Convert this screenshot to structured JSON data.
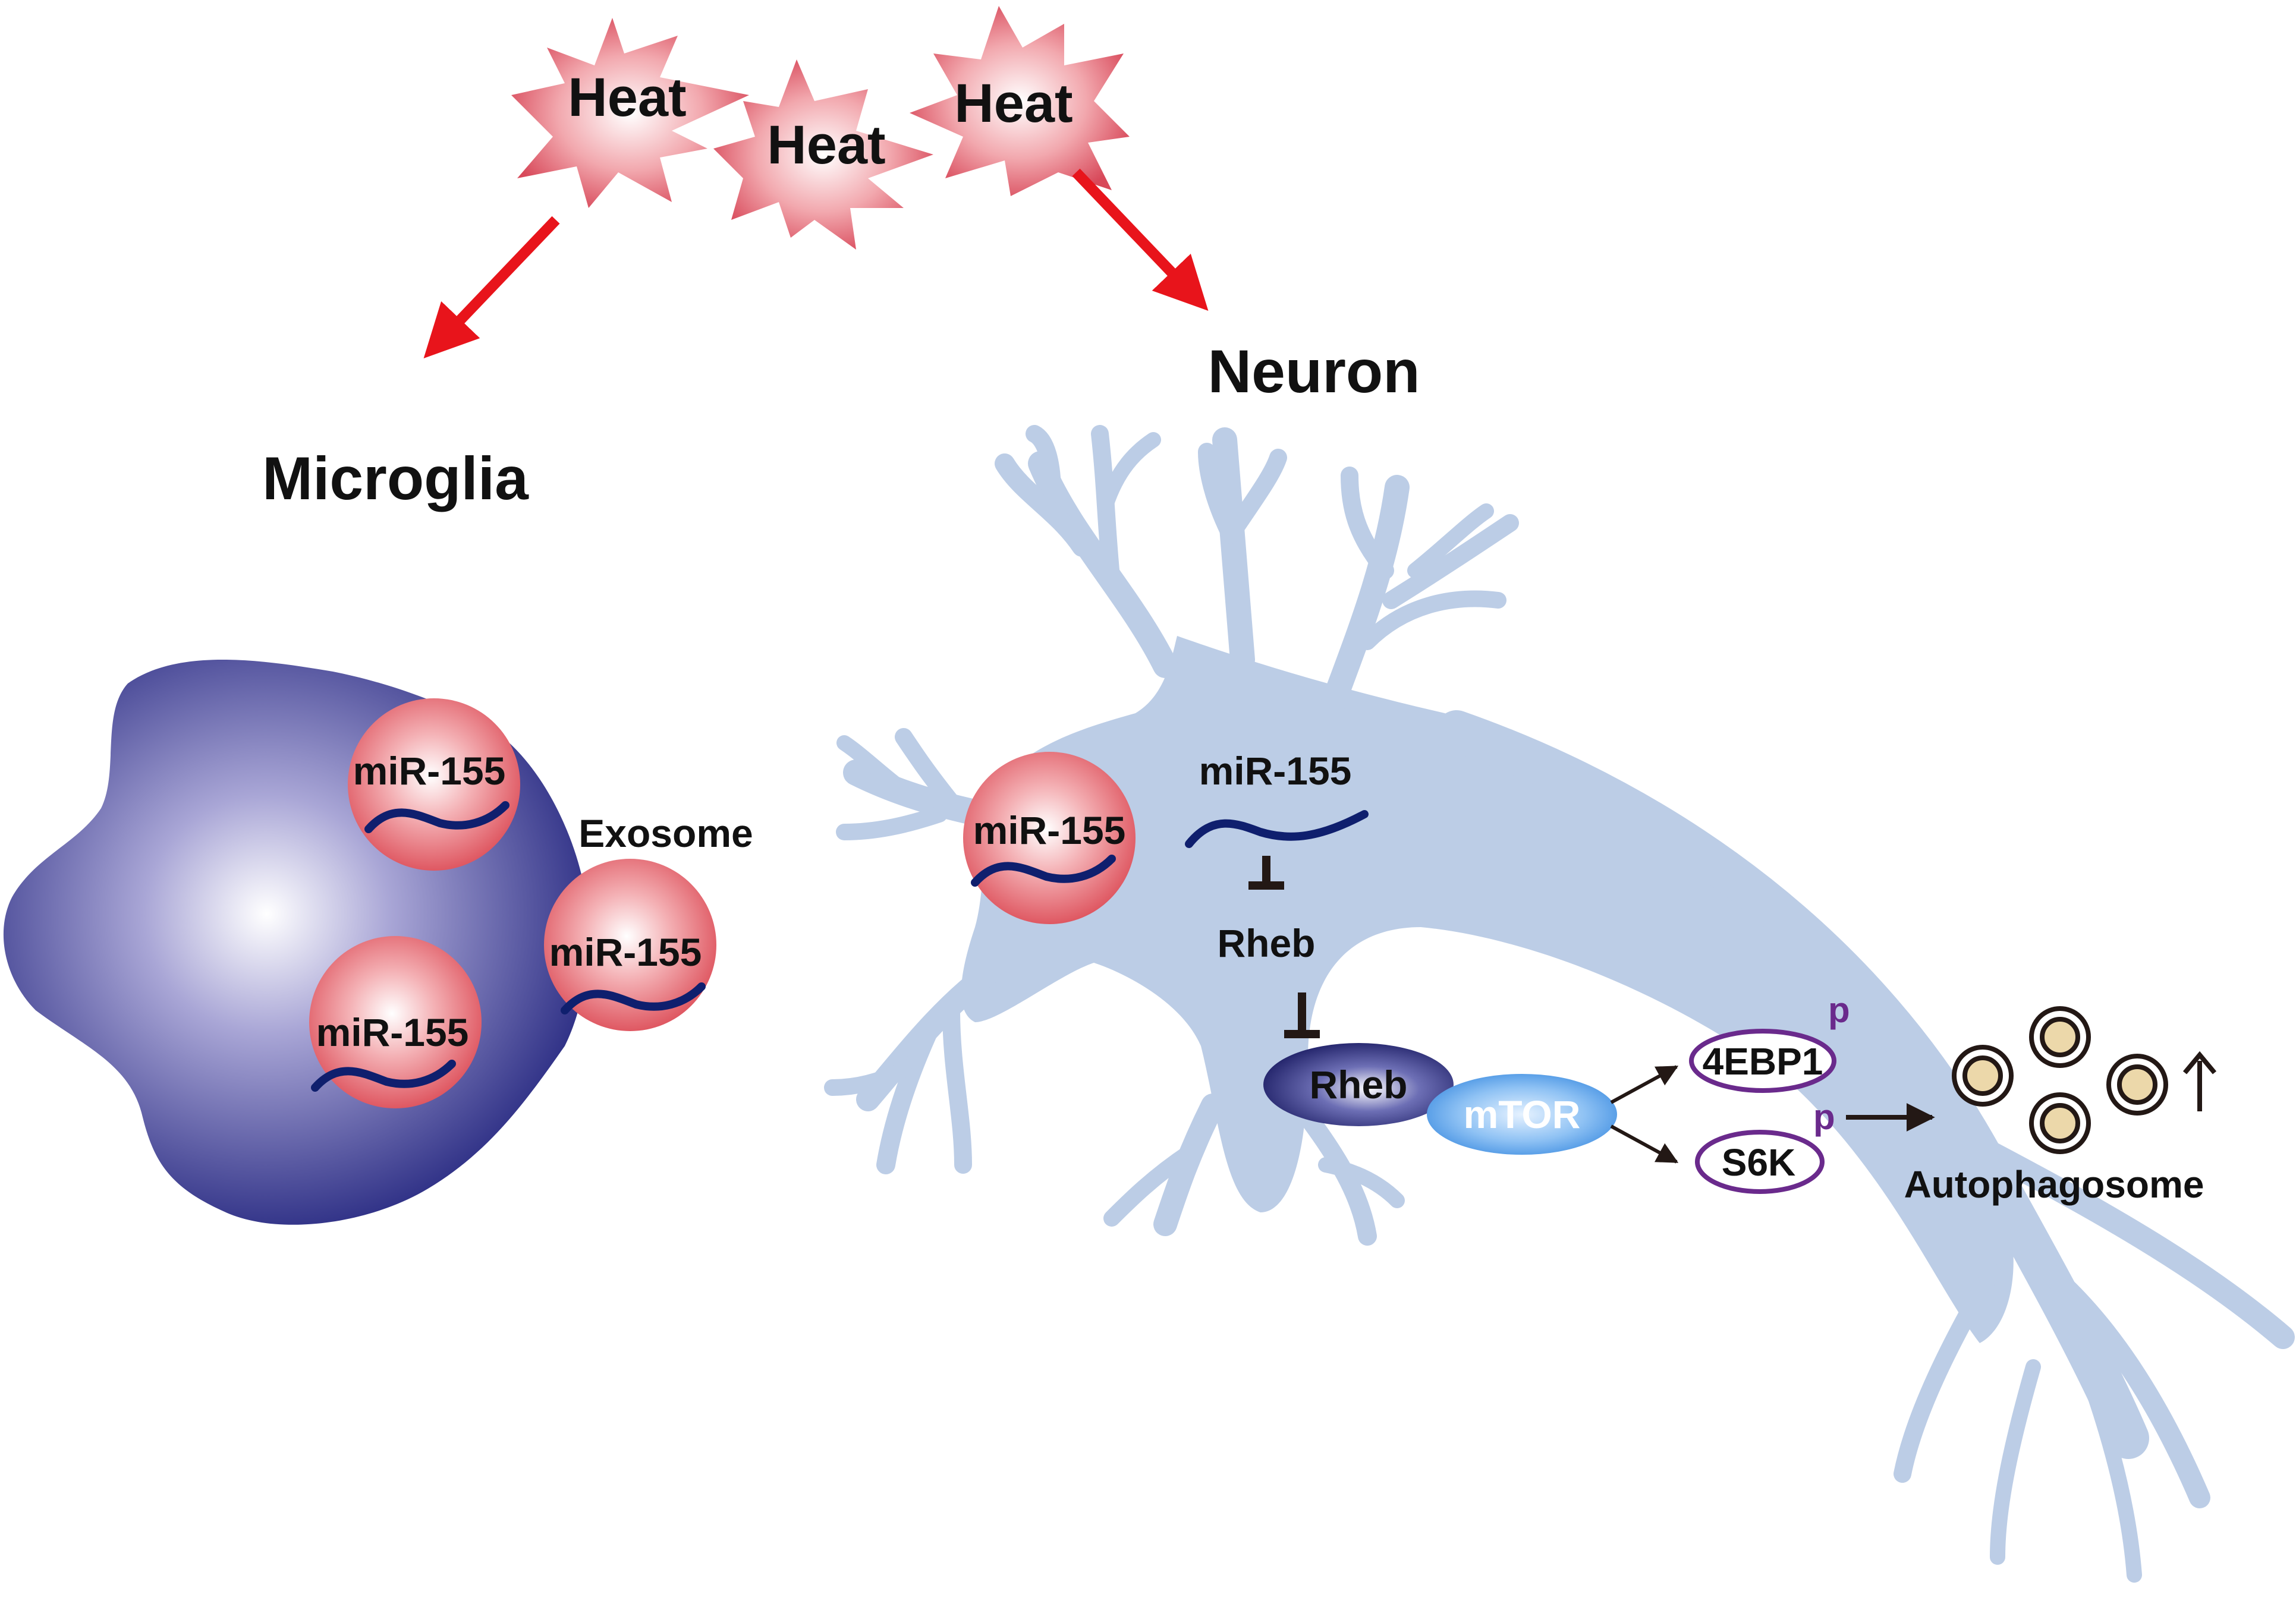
{
  "heat": {
    "label_1": "Heat",
    "label_2": "Heat",
    "label_3": "Heat"
  },
  "microglia": {
    "label": "Microglia"
  },
  "neuron": {
    "label": "Neuron"
  },
  "exosome": {
    "label": "Exosome"
  },
  "mir": {
    "label_1": "miR-155",
    "label_2": "miR-155",
    "label_3": "miR-155",
    "label_4": "miR-155",
    "label_free": "miR-155"
  },
  "rheb": {
    "label_text": "Rheb",
    "label_node": "Rheb"
  },
  "mtor": {
    "label": "mTOR"
  },
  "ebp": {
    "label": "4EBP1",
    "phospho": "p"
  },
  "s6k": {
    "label": "S6K",
    "phospho": "p"
  },
  "autophagosome": {
    "label": "Autophagosome"
  },
  "colors": {
    "heat": "#e05a66",
    "arrow_red": "#e8141b",
    "microglia": "#2a2d8e",
    "exosome": "#e8747c",
    "neuron": "#bccde6",
    "mrna": "#0f1f6e",
    "rheb_node": "#23256e",
    "mtor_node": "#3f8fe0",
    "phospho_ring": "#6a2a8c",
    "autophagosome_fill": "#ecd8aa"
  }
}
